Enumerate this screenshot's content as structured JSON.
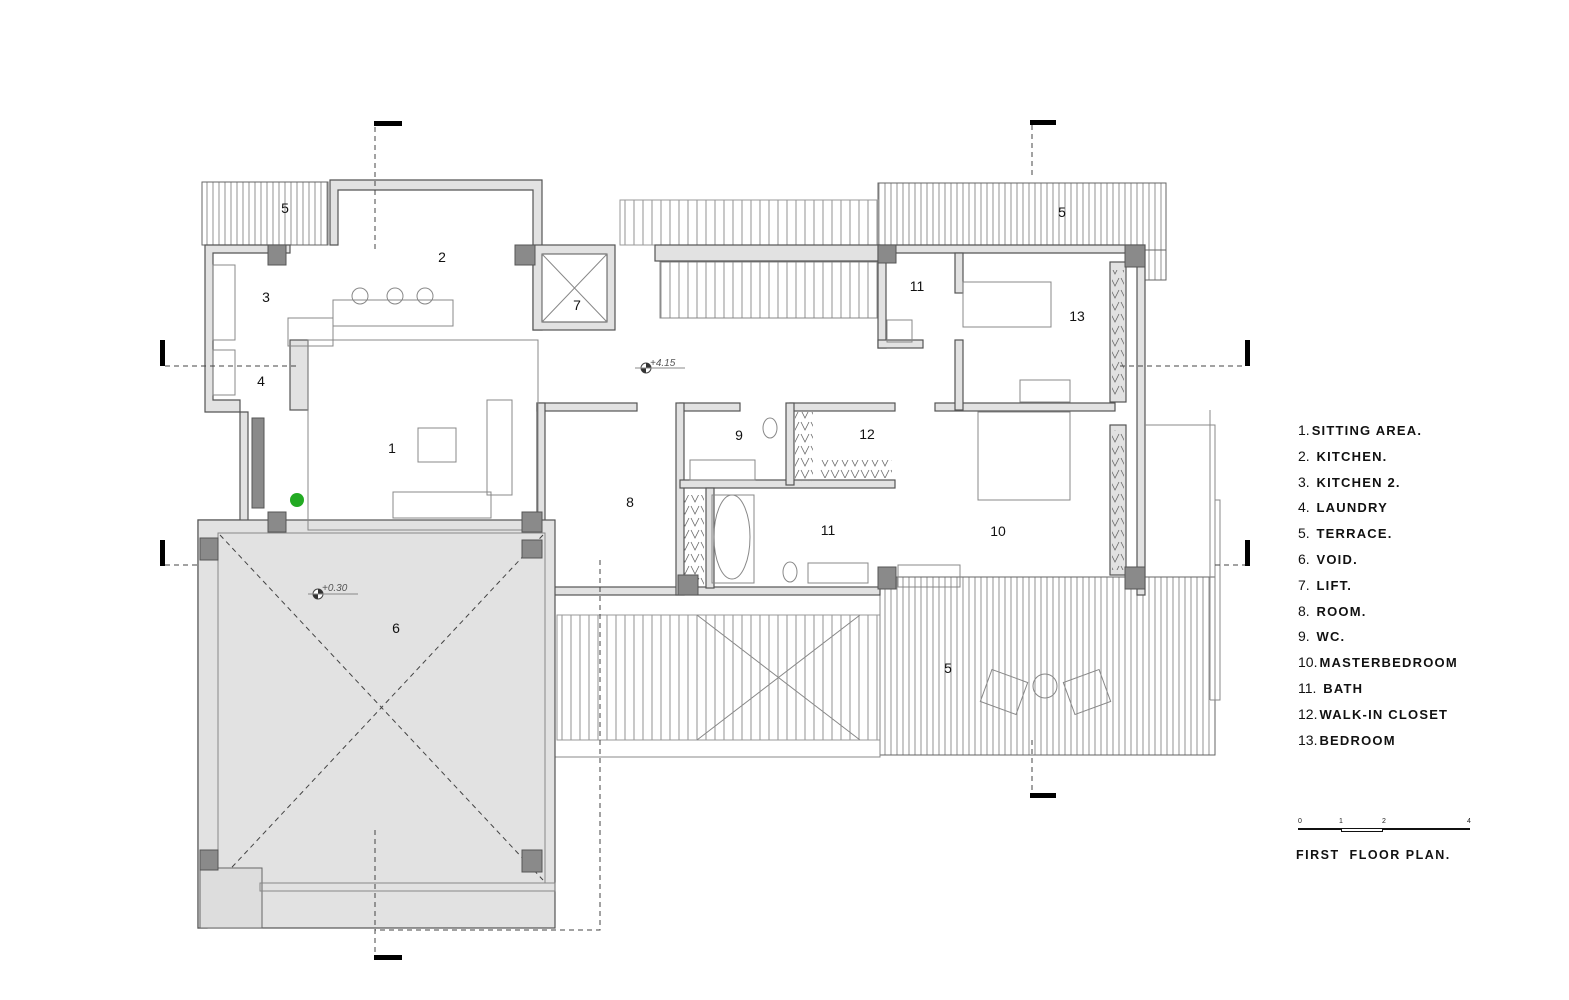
{
  "room_labels": {
    "r1": "1",
    "r2": "2",
    "r3": "3",
    "r4": "4",
    "r5a": "5",
    "r5b": "5",
    "r5c": "5",
    "r6": "6",
    "r7": "7",
    "r8": "8",
    "r9": "9",
    "r10": "10",
    "r11a": "11",
    "r11b": "11",
    "r12": "12",
    "r13": "13"
  },
  "levels": {
    "upper": "+4.15",
    "lower": "+0.30"
  },
  "legend": [
    {
      "num": "1.",
      "label": "SITTING  AREA."
    },
    {
      "num": "2.",
      "label": "KITCHEN."
    },
    {
      "num": "3.",
      "label": "KITCHEN 2."
    },
    {
      "num": "4.",
      "label": "LAUNDRY"
    },
    {
      "num": "5.",
      "label": "TERRACE."
    },
    {
      "num": "6.",
      "label": "VOID."
    },
    {
      "num": "7.",
      "label": "LIFT."
    },
    {
      "num": "8.",
      "label": "ROOM."
    },
    {
      "num": "9.",
      "label": "WC."
    },
    {
      "num": "10.",
      "label": "MASTERBEDROOM"
    },
    {
      "num": "11.",
      "label": "BATH"
    },
    {
      "num": "12.",
      "label": "WALK-IN CLOSET"
    },
    {
      "num": "13.",
      "label": "BEDROOM"
    }
  ],
  "scale_bar": {
    "ticks": [
      "0",
      "1",
      "2",
      "4"
    ]
  },
  "title": "FIRST  FLOOR PLAN."
}
